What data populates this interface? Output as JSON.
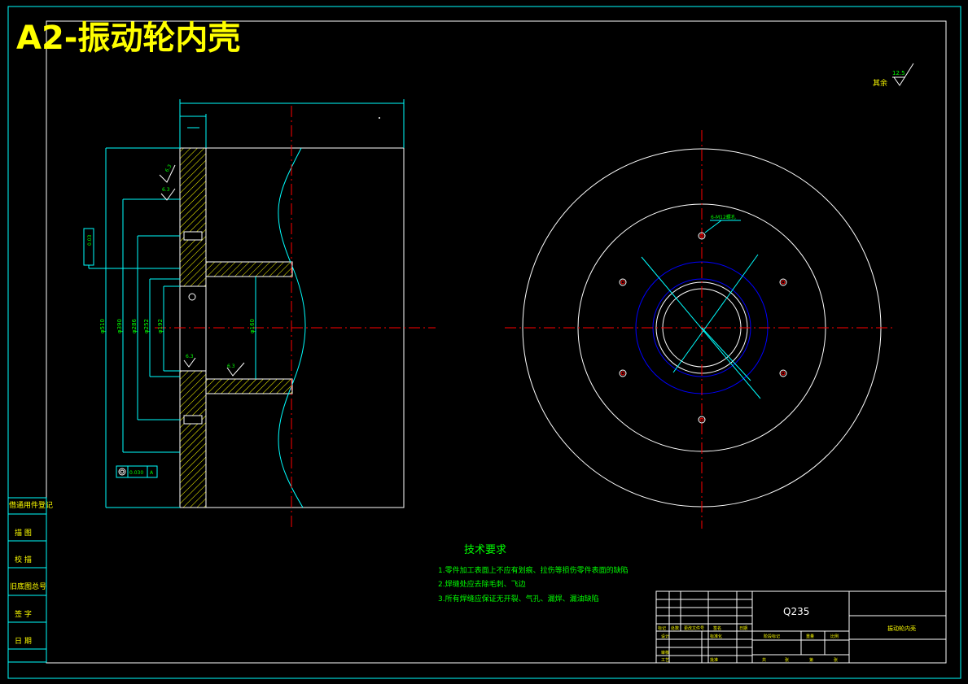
{
  "drawing": {
    "title": "A2-振动轮内壳",
    "roughness_note": {
      "label": "其余",
      "value": "12.5"
    },
    "tech_requirements": {
      "heading": "技术要求",
      "items": [
        "1.零件加工表面上不应有划痕、拉伤等损伤零件表面的缺陷",
        "2.焊缝处应去除毛刺、飞边",
        "3.所有焊缝应保证无开裂、气孔、漏焊、漏油缺陷"
      ]
    },
    "left_margin_labels": [
      "借通用件登记",
      "描 图",
      "校 描",
      "旧底图总号",
      "签 字",
      "日 期"
    ],
    "dimensions": {
      "d510": "φ510",
      "d390": "φ390",
      "d286": "φ286",
      "d252": "φ252",
      "d192": "φ192",
      "d160": "φ160",
      "rough_63": "6.3",
      "tol_flat": "0.03",
      "tol_coax": "0.030",
      "datum": "A",
      "hole_note": "6-M12螺孔"
    },
    "title_block": {
      "material": "Q235",
      "part_name": "振动轮内壳",
      "labels": {
        "mark": "标记",
        "count": "处数",
        "change_doc": "更改文件号",
        "sign": "签名",
        "date": "日期",
        "design": "设计",
        "standard": "标准化",
        "review": "审核",
        "process": "工艺",
        "approve": "批准",
        "stage": "阶段标记",
        "weight": "重量",
        "scale": "比例",
        "total": "共",
        "sheets": "张",
        "no": "第"
      }
    }
  },
  "colors": {
    "frame": "#00ffff",
    "title": "#ffff00",
    "text": "#00ff00",
    "line": "#ffffff",
    "center": "#ff0000",
    "blue": "#0000ff"
  }
}
